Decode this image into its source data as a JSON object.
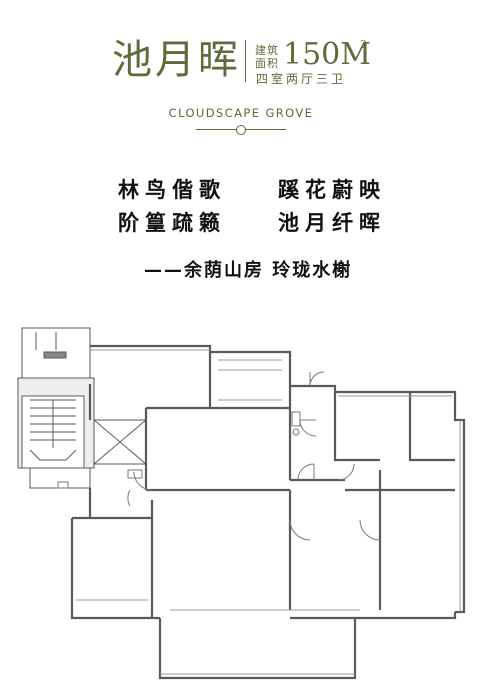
{
  "header": {
    "project_name": "池月晖",
    "area_label": "建筑面积",
    "area_value": "150M",
    "area_superscript": "2",
    "room_layout": "四室两厅三卫",
    "subtitle": "CLOUDSCAPE GROVE"
  },
  "poem": {
    "line1_left": "林鸟偕歌",
    "line1_right": "蹊花蔚映",
    "line2_left": "阶篁疏籁",
    "line2_right": "池月纤晖",
    "signature": "——余荫山房 玲珑水榭"
  },
  "colors": {
    "accent": "#5e6b3a",
    "text": "#111111",
    "wall": "#5a5a5a",
    "background": "#ffffff"
  }
}
